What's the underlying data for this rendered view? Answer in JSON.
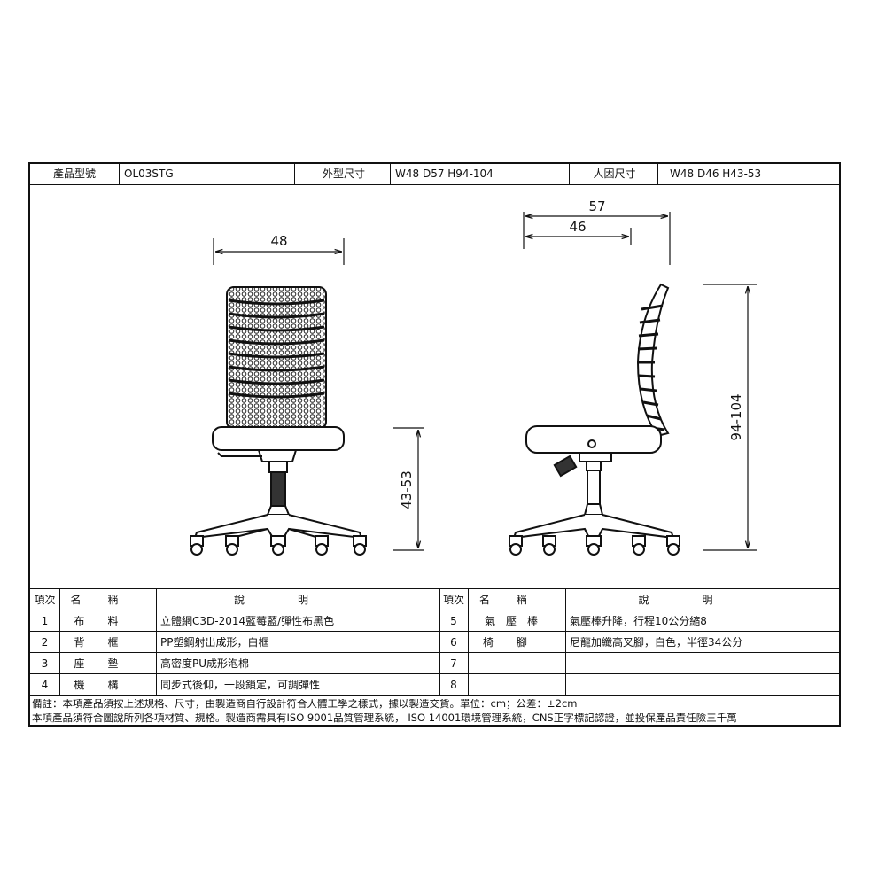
{
  "header": {
    "model_label": "產品型號",
    "model_value": "OL03STG",
    "size_label": "外型尺寸",
    "size_value": "W48 D57 H94-104",
    "ergo_label": "人因尺寸",
    "ergo_value": "W48 D46 H43-53"
  },
  "dimensions": {
    "front_width": "48",
    "front_seat_height": "43-53",
    "side_depth_total": "57",
    "side_seat_depth": "46",
    "side_total_height": "94-104"
  },
  "spec_table": {
    "columns": {
      "item": "項次",
      "name": "名稱",
      "desc": "說明"
    },
    "left_rows": [
      {
        "no": "1",
        "name": "布料",
        "desc": "立體網C3D-2014藍莓藍/彈性布黑色"
      },
      {
        "no": "2",
        "name": "背框",
        "desc": "PP塑鋼射出成形，白框"
      },
      {
        "no": "3",
        "name": "座墊",
        "desc": "高密度PU成形泡棉"
      },
      {
        "no": "4",
        "name": "機構",
        "desc": "同步式後仰，一段鎖定，可調彈性"
      }
    ],
    "right_rows": [
      {
        "no": "5",
        "name": "氣壓棒",
        "desc": "氣壓棒升降，行程10公分縮8"
      },
      {
        "no": "6",
        "name": "椅腳",
        "desc": "尼龍加纖高叉腳，白色，半徑34公分"
      },
      {
        "no": "7",
        "name": "",
        "desc": ""
      },
      {
        "no": "8",
        "name": "",
        "desc": ""
      }
    ]
  },
  "notes": {
    "line1": "備註：本項產品須按上述規格、尺寸，由製造商自行設計符合人體工學之樣式，據以製造交貨。單位：cm；公差：±2cm",
    "line2": "本項產品須符合圖說所列各項材質、規格。製造商需具有ISO 9001品質管理系統， ISO 14001環境管理系統，CNS正字標記認證，並投保產品責任險三千萬"
  }
}
